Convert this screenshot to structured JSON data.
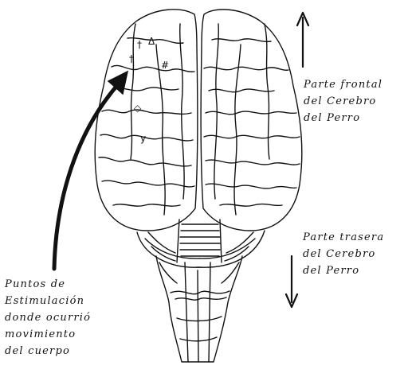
{
  "labels": {
    "front": [
      "Parte frontal",
      "del Cerebro",
      "del Perro"
    ],
    "rear": [
      "Parte trasera",
      "del Cerebro",
      "del Perro"
    ],
    "points": [
      "Puntos de",
      "Estimulación",
      "donde ocurrió",
      "movimiento",
      "del cuerpo"
    ]
  },
  "markers": {
    "dagger": "†",
    "triangle": "Δ",
    "hash": "#",
    "diamond": "◇",
    "y": "y"
  },
  "colors": {
    "ink": "#111111",
    "background": "#ffffff"
  }
}
